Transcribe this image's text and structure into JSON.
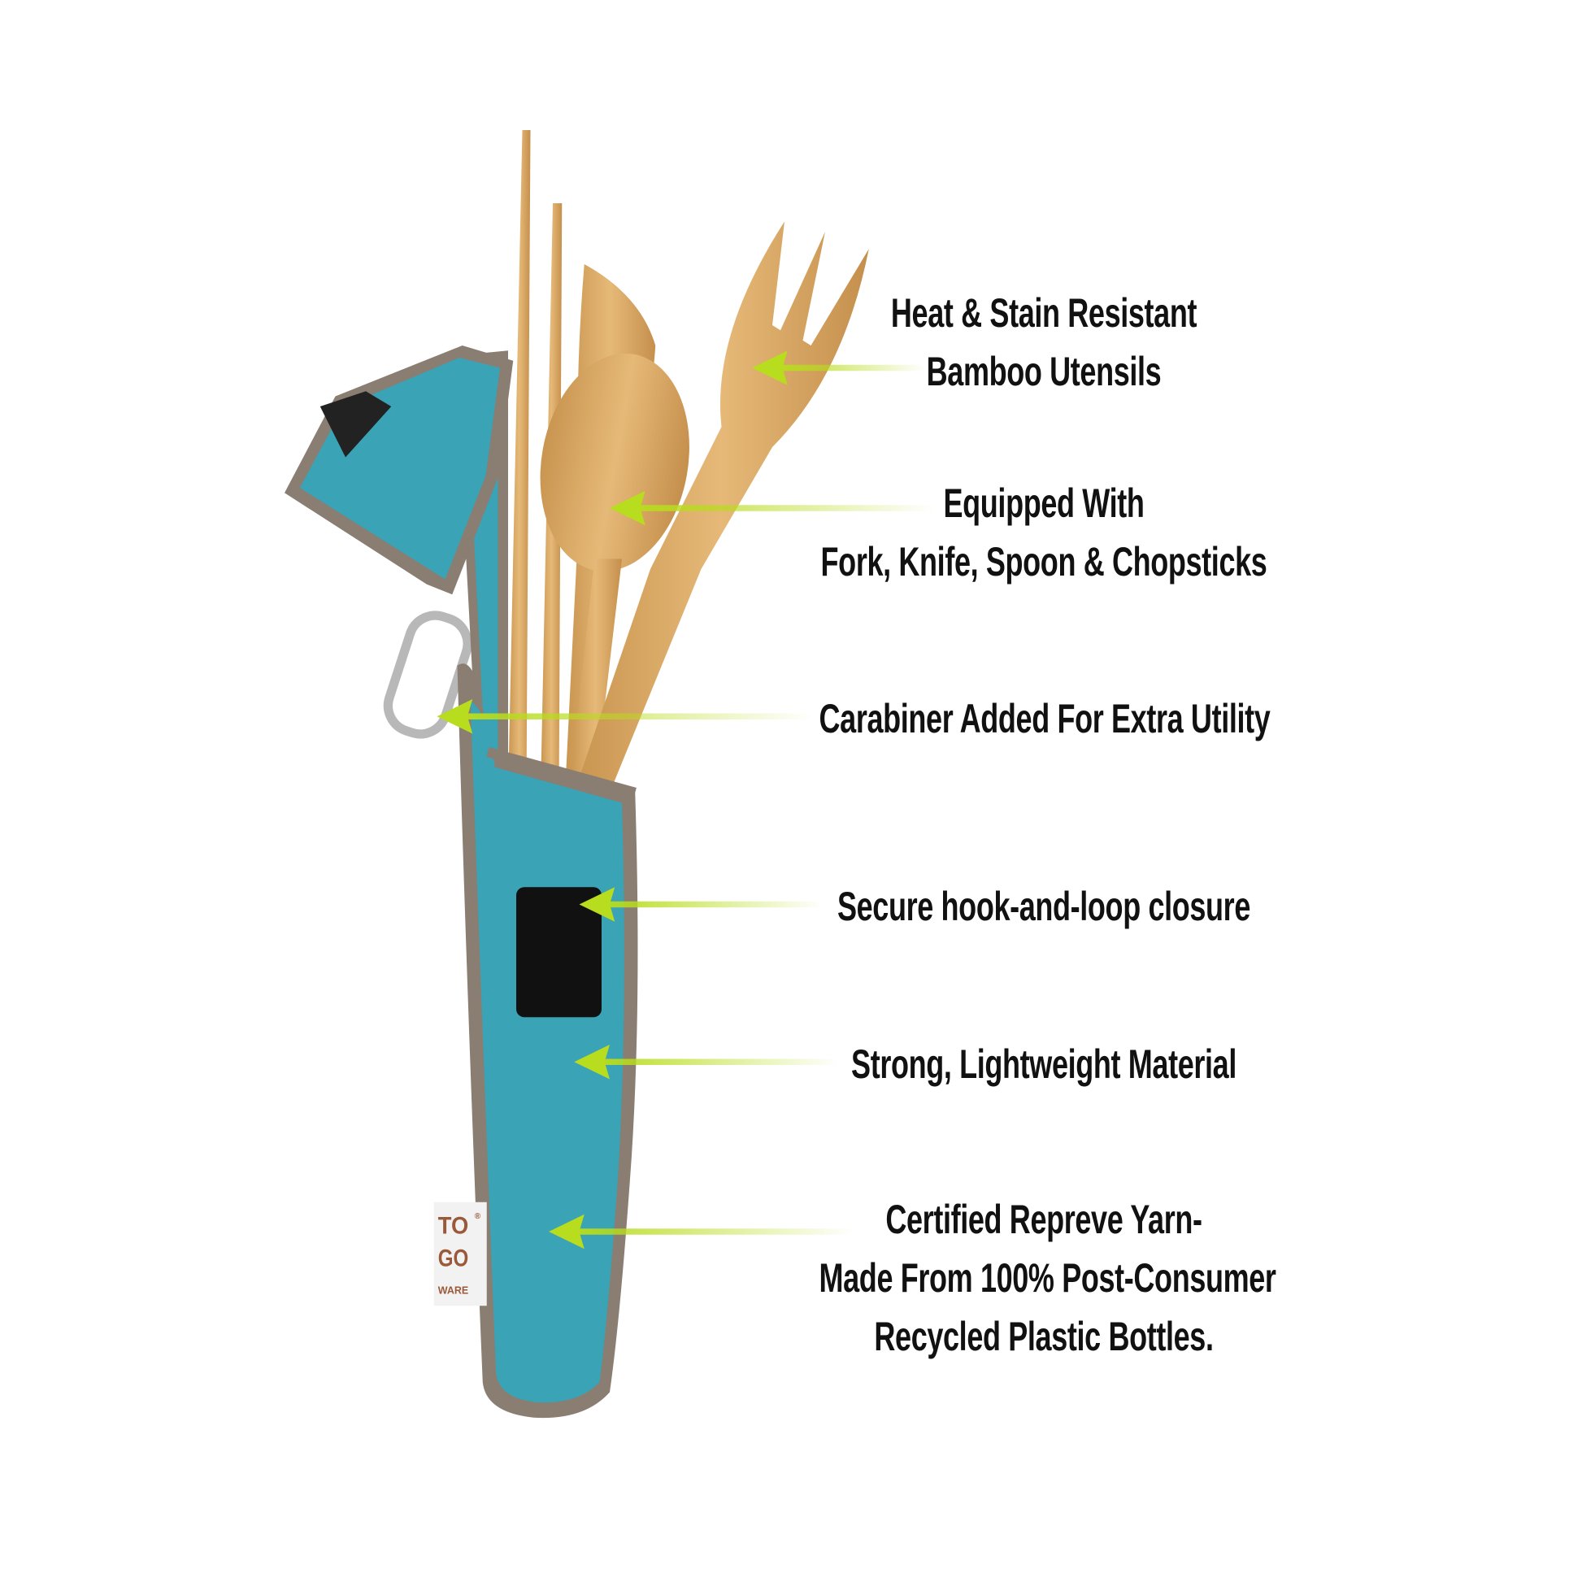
{
  "features": [
    {
      "lines": [
        "Heat & Stain Resistant",
        "Bamboo Utensils"
      ]
    },
    {
      "lines": [
        "Equipped With",
        "Fork, Knife, Spoon & Chopsticks"
      ]
    },
    {
      "lines": [
        "Carabiner Added For Extra Utility"
      ]
    },
    {
      "lines": [
        "Secure hook-and-loop closure"
      ]
    },
    {
      "lines": [
        "Strong, Lightweight Material"
      ]
    },
    {
      "lines": [
        "Certified Repreve Yarn-",
        "Made From 100% Post-Consumer",
        "Recycled Plastic Bottles."
      ]
    }
  ],
  "logo": {
    "line1": "TO",
    "line2": "GO",
    "line3": "WARE",
    "mark": "®"
  },
  "colors": {
    "pouch": "#3aa3b5",
    "trim": "#8a7d72",
    "bamboo": "#d9a865",
    "arrow": "#c6e23a"
  }
}
